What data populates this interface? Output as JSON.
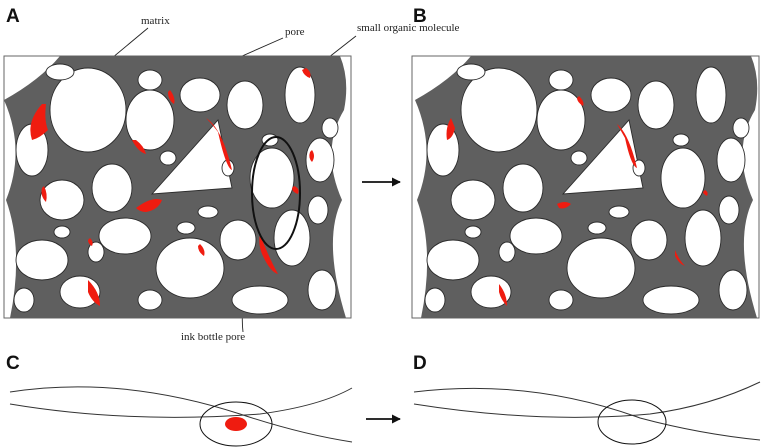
{
  "panels": {
    "a": "A",
    "b": "B",
    "c": "C",
    "d": "D"
  },
  "labels": {
    "matrix": "matrix",
    "pore": "pore",
    "small_organic_molecule": "small organic molecule",
    "ink_bottle_pore": "ink bottle pore"
  },
  "colors": {
    "organic_molecule": "#ef1c10",
    "matrix": "#5f5f5f",
    "outline": "#2a2a2a"
  },
  "icons": {
    "transition_arrow": "right-arrow-icon"
  }
}
